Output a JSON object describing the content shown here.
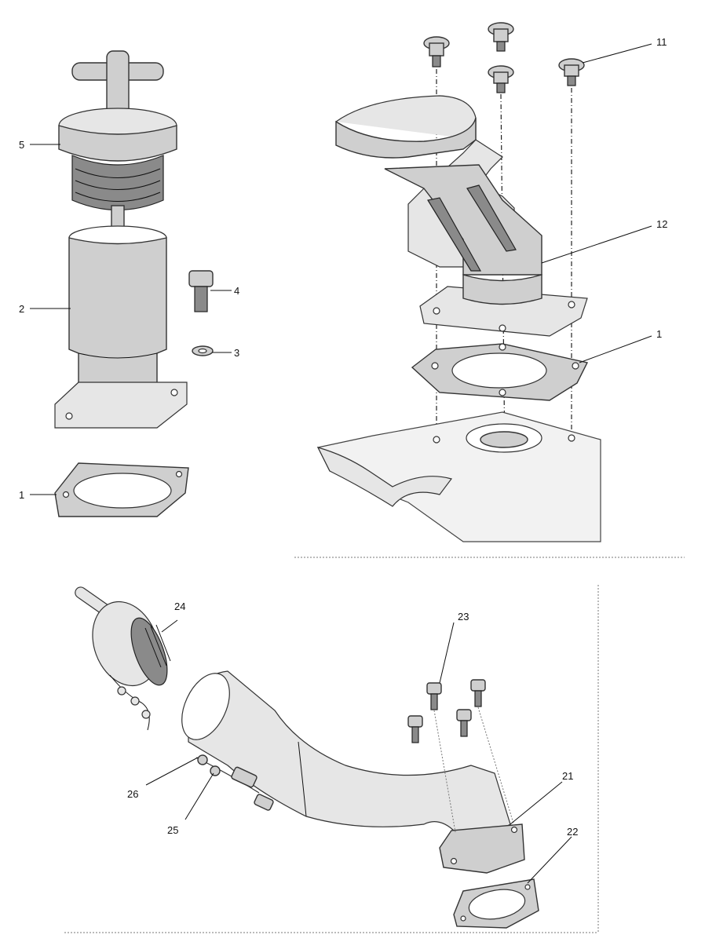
{
  "callouts": {
    "c1_left": "1",
    "c2": "2",
    "c3": "3",
    "c4": "4",
    "c5": "5",
    "c11": "11",
    "c12": "12",
    "c1_right": "1",
    "c21": "21",
    "c22": "22",
    "c23": "23",
    "c24": "24",
    "c25": "25",
    "c26": "26"
  },
  "colors": {
    "line": "#333333",
    "metal": "#cfcfcf",
    "thread": "#8a8a8a"
  }
}
